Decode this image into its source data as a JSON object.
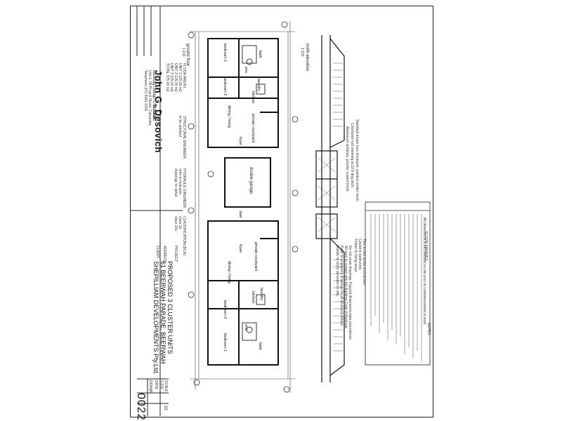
{
  "architect": {
    "name": "John G. Desovich",
    "credentials": "B. Arch.",
    "subtitle": "Building Design Consultant",
    "lines": [
      "Unit 1, 26 Project Street, Caloundra",
      "Telephone (07) 5491 0000"
    ]
  },
  "legend": {
    "heading": "FLOOR AREAS",
    "rows": [
      "UNIT 1  125.00 m2",
      "UNIT 2  125.00 m2",
      "UNIT 3  125.00 m2",
      "TOTAL  375.00 m2"
    ]
  },
  "structural": {
    "heading": "STRUCTURAL ENGINEER",
    "lines": [
      "to be advised"
    ]
  },
  "hydraulic": {
    "heading": "HYDRAULIC ENGINEER",
    "lines": [
      "refer to hydraulic",
      "drawings for detail"
    ]
  },
  "classification": {
    "heading": "CLASSIFICATION (BCA)",
    "lines": [
      "class 1a",
      "class 10a"
    ]
  },
  "project": {
    "label_project": "PROJECT",
    "title": "PROPOSED 3 CLUSTER UNITS",
    "label_address": "ADDRESS",
    "address": "61 BEERWAH PARADE, BEERWAH",
    "label_client": "CLIENT",
    "client": "SHEPILLIAM DEVELOPMENTS Pty.Ltd."
  },
  "titleblock": {
    "drawing_no": "0022",
    "sheet": "02",
    "scale_label": "SCALE",
    "scale": "1:100",
    "date_label": "DATE",
    "drawn_label": "DRAWN"
  },
  "plan": {
    "label": "ground floor",
    "scale": "1:100",
    "rooms_unit1": [
      "bedroom 1",
      "bath",
      "ens",
      "bedroom 2",
      "laundry",
      "kitchen",
      "dining / living",
      "private courtyard",
      "foyer"
    ],
    "garage": "double garage",
    "rooms_unit2": [
      "bedroom 1",
      "bath",
      "ens",
      "bedroom 2",
      "laundry",
      "kitchen",
      "dining / living",
      "private courtyard",
      "foyer",
      "stair"
    ]
  },
  "elevation": {
    "label": "north elevation",
    "scale": "1:100",
    "callouts": [
      "Standard brown face brickwork, painted render finish",
      "Colorbond roof sheeting at 22.5 deg pitch",
      "Aluminium windows, powder coated finish"
    ],
    "notes_heading": "NOTES",
    "notes": [
      "All dimensions to be checked on site prior to commencement of work.",
      "Do not scale drawings. Figured dimensions take precedence.",
      "All work to comply with the Building Code of Australia.",
      "Refer to engineers drawings for all structural details.",
      "Builder to verify all levels on site."
    ],
    "finishes_heading": "FLOOR FINISHES",
    "finishes": [
      "Tiles to wet areas and kitchen",
      "Carpet to bedrooms",
      "Timber to living areas"
    ]
  }
}
